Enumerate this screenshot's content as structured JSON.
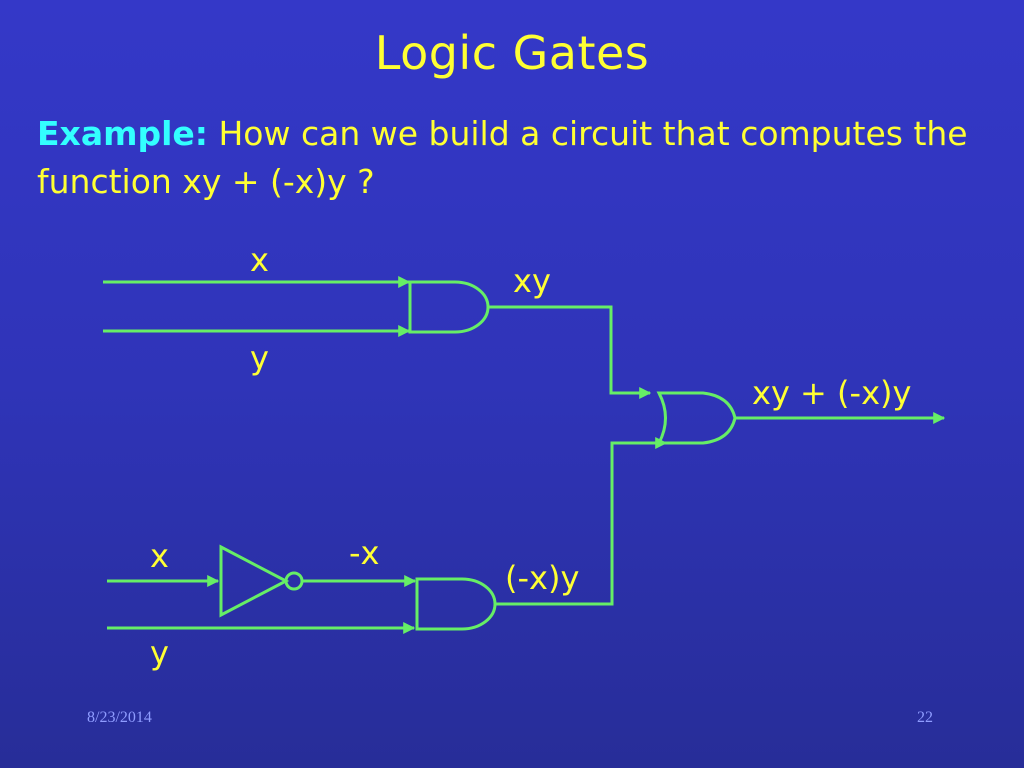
{
  "slide": {
    "title": "Logic Gates",
    "question_lead": "Example:",
    "question_text": " How can we build a circuit that computes the function xy + (-x)y ?",
    "date": "8/23/2014",
    "page_number": "22"
  },
  "diagram": {
    "labels": {
      "and1_input_x": "x",
      "and1_input_y": "y",
      "and1_output": "xy",
      "or_output": "xy + (-x)y",
      "not_input_x": "x",
      "not_output": "-x",
      "and2_input_y": "y",
      "and2_output": "(-x)y"
    },
    "gates": [
      {
        "id": "and-gate-top",
        "kind": "AND"
      },
      {
        "id": "and-gate-bottom",
        "kind": "AND"
      },
      {
        "id": "not-gate",
        "kind": "NOT"
      },
      {
        "id": "or-gate",
        "kind": "OR"
      }
    ],
    "connections": [
      {
        "from": "x",
        "to": "and-gate-top"
      },
      {
        "from": "y",
        "to": "and-gate-top"
      },
      {
        "from": "x",
        "to": "not-gate"
      },
      {
        "from": "not-gate",
        "to": "and-gate-bottom"
      },
      {
        "from": "y",
        "to": "and-gate-bottom"
      },
      {
        "from": "and-gate-top",
        "to": "or-gate"
      },
      {
        "from": "and-gate-bottom",
        "to": "or-gate"
      }
    ],
    "colors": {
      "background": "#3438c8",
      "wire": "#66ee66",
      "text": "#ffff33",
      "emphasis": "#33ffff",
      "footer": "#8f9cff"
    }
  }
}
